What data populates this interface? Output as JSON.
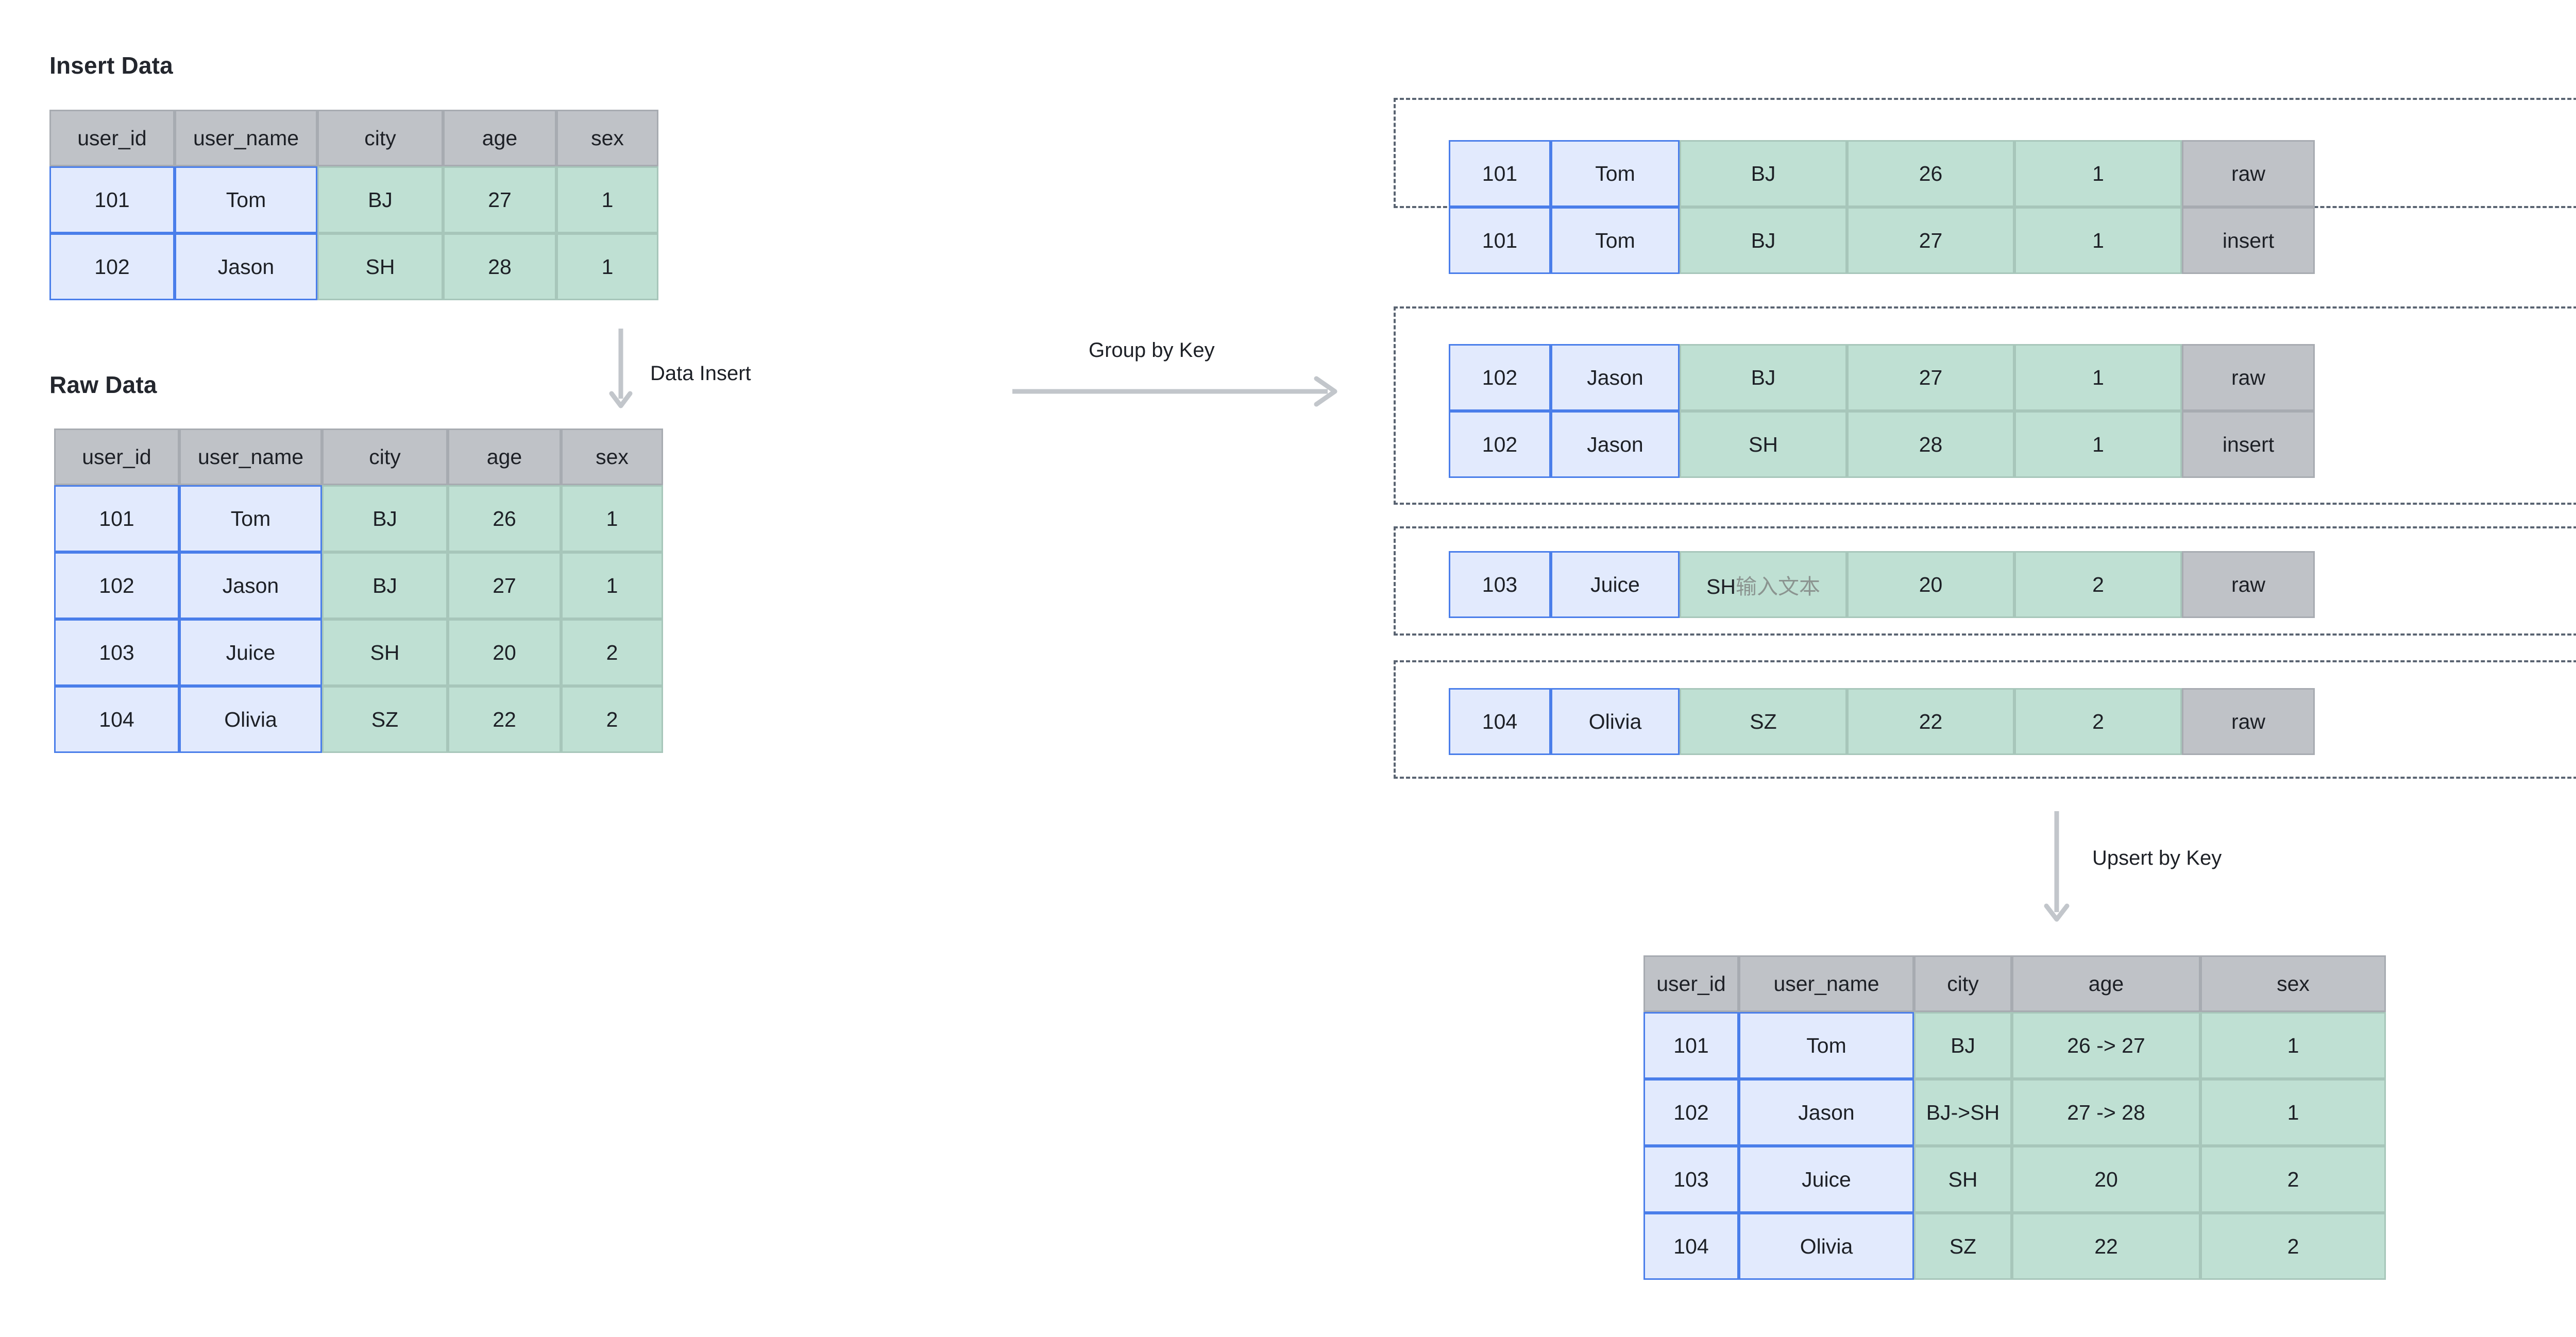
{
  "diagram": {
    "title_insert": "Insert Data",
    "title_raw": "Raw Data",
    "columns": [
      "user_id",
      "user_name",
      "city",
      "age",
      "sex"
    ],
    "flag_column_label": "",
    "arrows": {
      "data_insert": "Data Insert",
      "group_by_key": "Group by Key",
      "upsert_by_key": "Upsert by Key"
    },
    "insert_table": {
      "headers": [
        "user_id",
        "user_name",
        "city",
        "age",
        "sex"
      ],
      "rows": [
        [
          "101",
          "Tom",
          "BJ",
          "27",
          "1"
        ],
        [
          "102",
          "Jason",
          "SH",
          "28",
          "1"
        ]
      ]
    },
    "raw_table": {
      "headers": [
        "user_id",
        "user_name",
        "city",
        "age",
        "sex"
      ],
      "rows": [
        [
          "101",
          "Tom",
          "BJ",
          "26",
          "1"
        ],
        [
          "102",
          "Jason",
          "BJ",
          "27",
          "1"
        ],
        [
          "103",
          "Juice",
          "SH",
          "20",
          "2"
        ],
        [
          "104",
          "Olivia",
          "SZ",
          "22",
          "2"
        ]
      ]
    },
    "groups": [
      {
        "key": "101",
        "rows": [
          {
            "user_id": "101",
            "user_name": "Tom",
            "city": "BJ",
            "city_placeholder": "",
            "age": "26",
            "sex": "1",
            "flag": "raw"
          },
          {
            "user_id": "101",
            "user_name": "Tom",
            "city": "BJ",
            "city_placeholder": "",
            "age": "27",
            "sex": "1",
            "flag": "insert"
          }
        ]
      },
      {
        "key": "102",
        "rows": [
          {
            "user_id": "102",
            "user_name": "Jason",
            "city": "BJ",
            "city_placeholder": "",
            "age": "27",
            "sex": "1",
            "flag": "raw"
          },
          {
            "user_id": "102",
            "user_name": "Jason",
            "city": "SH",
            "city_placeholder": "",
            "age": "28",
            "sex": "1",
            "flag": "insert"
          }
        ]
      },
      {
        "key": "103",
        "rows": [
          {
            "user_id": "103",
            "user_name": "Juice",
            "city": "SH",
            "city_placeholder": "输入文本",
            "age": "20",
            "sex": "2",
            "flag": "raw"
          }
        ]
      },
      {
        "key": "104",
        "rows": [
          {
            "user_id": "104",
            "user_name": "Olivia",
            "city": "SZ",
            "city_placeholder": "",
            "age": "22",
            "sex": "2",
            "flag": "raw"
          }
        ]
      }
    ],
    "result_table": {
      "headers": [
        "user_id",
        "user_name",
        "city",
        "age",
        "sex"
      ],
      "rows": [
        [
          "101",
          "Tom",
          "BJ",
          "26 -> 27",
          "1"
        ],
        [
          "102",
          "Jason",
          "BJ->SH",
          "27 -> 28",
          "1"
        ],
        [
          "103",
          "Juice",
          "SH",
          "20",
          "2"
        ],
        [
          "104",
          "Olivia",
          "SZ",
          "22",
          "2"
        ]
      ]
    },
    "colors": {
      "key_cell": "#e2eafd",
      "key_border": "#4a7eea",
      "value_cell": "#bfe0d3",
      "header_cell": "#bfc2c7",
      "dashed_border": "#5a6472",
      "arrow": "#c2c6cb"
    }
  }
}
